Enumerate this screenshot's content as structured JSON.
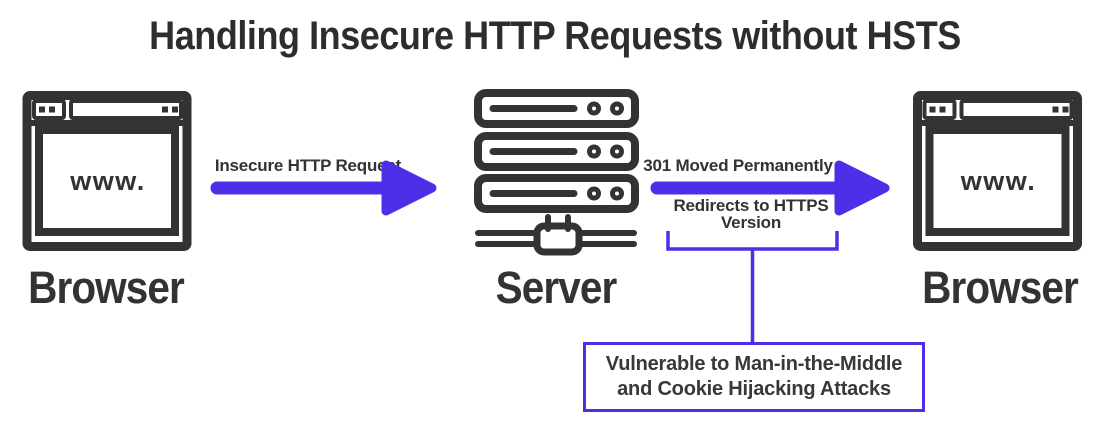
{
  "title": "Handling Insecure HTTP Requests without HSTS",
  "colors": {
    "accent_purple": "#4b30e8",
    "icon_dark": "#333333",
    "title_dark": "#2d2d2f"
  },
  "nodes": {
    "browser_left": {
      "label": "Browser",
      "window_text": "www."
    },
    "server": {
      "label": "Server"
    },
    "browser_right": {
      "label": "Browser",
      "window_text": "www."
    }
  },
  "flows": {
    "request": {
      "label": "Insecure HTTP Request"
    },
    "response": {
      "label": "301 Moved Permanently",
      "sublabel_line1": "Redirects to HTTPS",
      "sublabel_line2": "Version"
    }
  },
  "callout": {
    "line1": "Vulnerable to Man-in-the-Middle",
    "line2": "and Cookie Hijacking Attacks"
  }
}
